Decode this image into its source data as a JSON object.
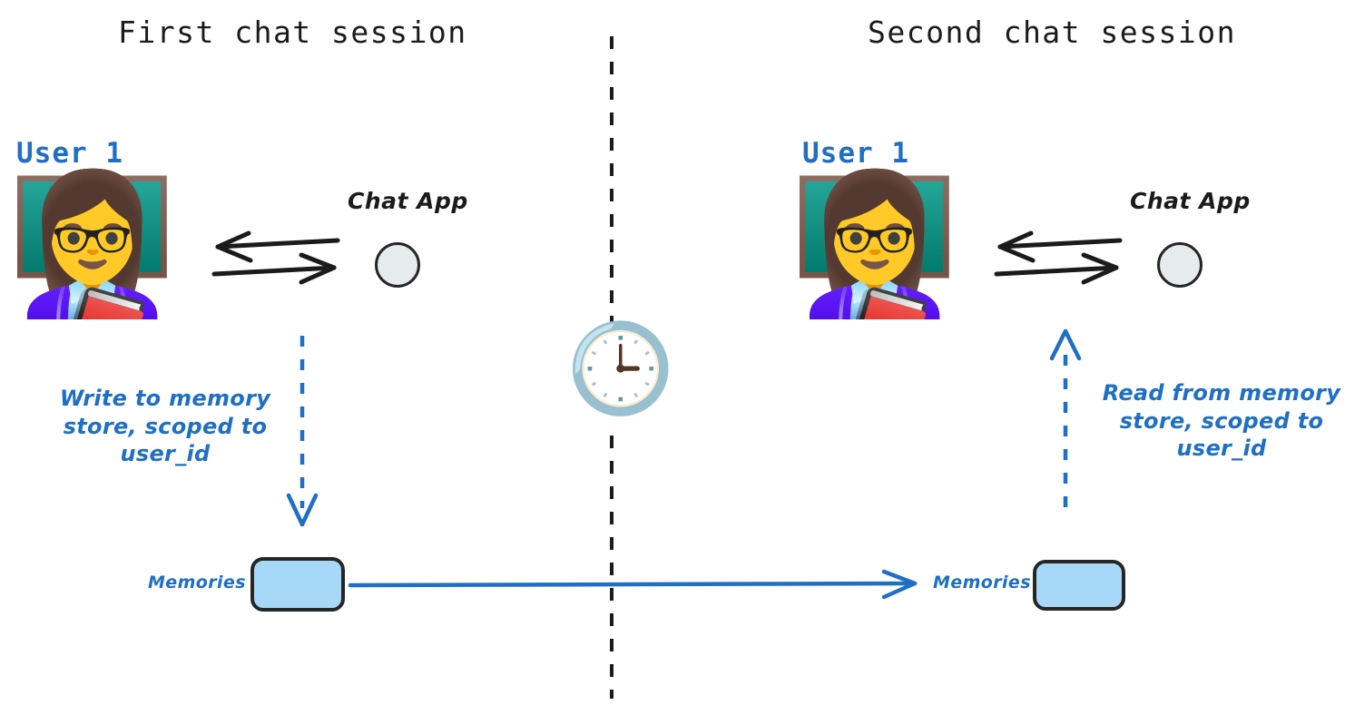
{
  "diagram": {
    "title_text": "",
    "background": "#ffffff",
    "accent_blue": "#1f6fc4",
    "box_fill": "#a8d8f8",
    "box_stroke": "#262626",
    "circle_fill": "#e6ebee",
    "ink_black": "#1b1b1b"
  },
  "left_session": {
    "title": "First chat session",
    "user_label": "User 1",
    "user_avatar_icon": "woman-teacher-emoji",
    "avatar_glyph": "👩‍🏫",
    "chat_app_label": "Chat App",
    "chat_app_icon": "circle-node-icon",
    "exchange_arrows_icon": "bidirectional-arrows-icon",
    "flow_note": "Write to memory store, scoped to user_id",
    "flow_note_lines": [
      "Write to memory",
      "store, scoped to",
      "user_id"
    ],
    "flow_arrow_icon": "dashed-arrow-down-icon",
    "flow_direction": "down",
    "memories_label": "Memories",
    "memories_box_icon": "memory-store-box-icon"
  },
  "right_session": {
    "title": "Second chat session",
    "user_label": "User 1",
    "user_avatar_icon": "woman-teacher-emoji",
    "avatar_glyph": "👩‍🏫",
    "chat_app_label": "Chat App",
    "chat_app_icon": "circle-node-icon",
    "exchange_arrows_icon": "bidirectional-arrows-icon",
    "flow_note": "Read from memory store, scoped to user_id",
    "flow_note_lines": [
      "Read from memory",
      "store, scoped to",
      "user_id"
    ],
    "flow_arrow_icon": "dashed-arrow-up-icon",
    "flow_direction": "up",
    "memories_label": "Memories",
    "memories_box_icon": "memory-store-box-icon"
  },
  "divider": {
    "icon": "vertical-dashed-divider-icon",
    "clock_icon": "clock-three-oclock-emoji",
    "clock_glyph": "🕒",
    "meaning": "time passes between sessions"
  },
  "persistence_arrow": {
    "icon": "long-right-arrow-icon",
    "color": "#1f6fc4",
    "meaning": "memories persist from first session to second session"
  }
}
